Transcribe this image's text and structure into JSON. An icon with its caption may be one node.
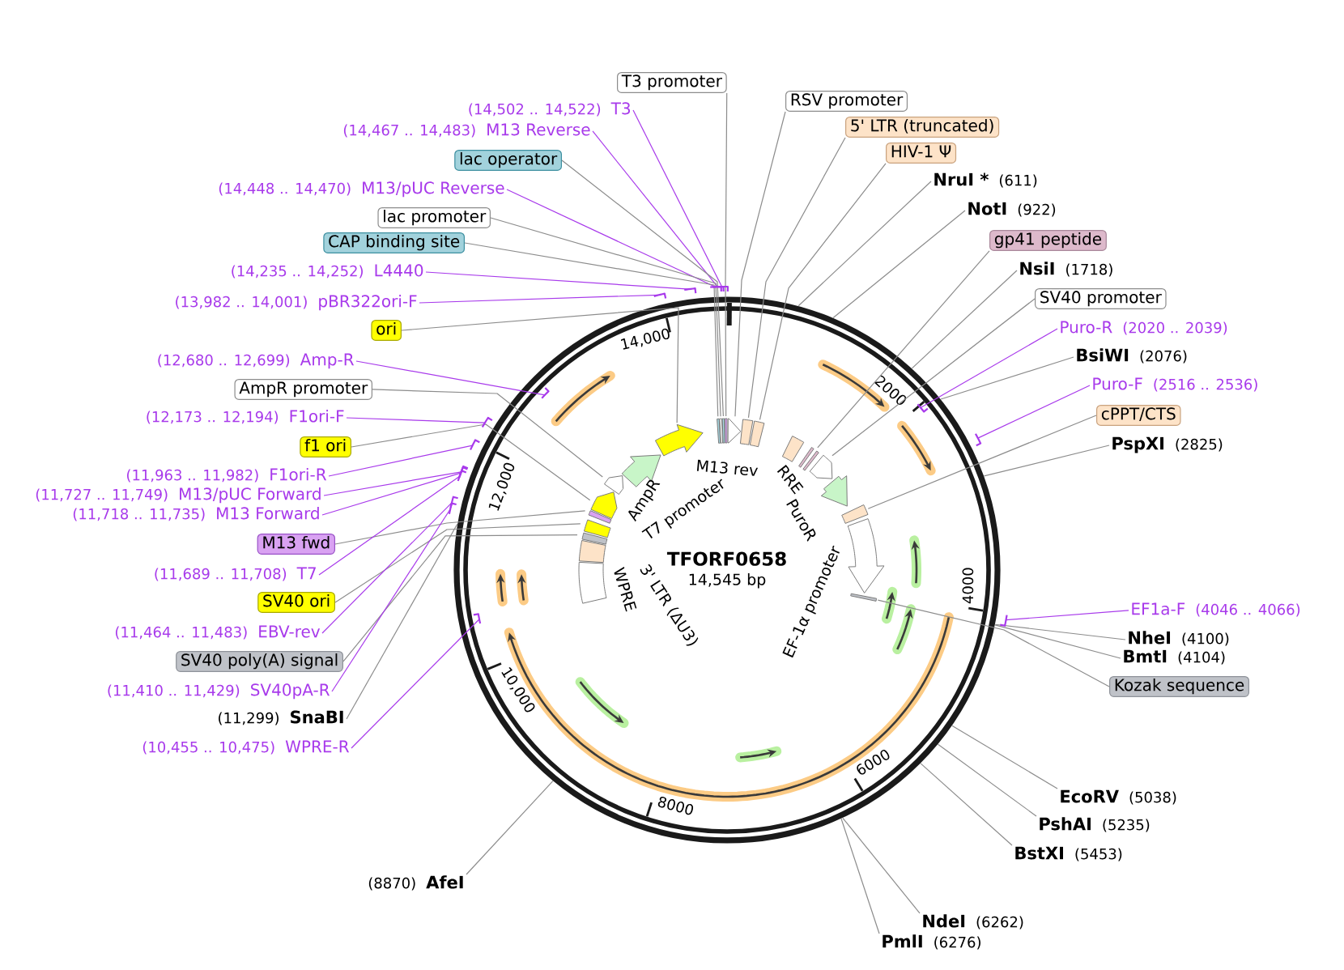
{
  "diagram": {
    "nodes": [
      {
        "text": [
          "TFORF0658",
          "14,545 bp"
        ]
      },
      {
        "text": [
          "(14,502 .. 14,522)",
          "T3"
        ]
      },
      {
        "text": [
          "(14,467 .. 14,483)",
          "M13 Reverse"
        ]
      },
      {
        "text": [
          "lac operator"
        ]
      },
      {
        "text": [
          "(14,448 .. 14,470)",
          "M13/pUC Reverse"
        ]
      },
      {
        "text": [
          "lac promoter"
        ]
      },
      {
        "text": [
          "CAP binding site"
        ]
      },
      {
        "text": [
          "(14,235 .. 14,252)",
          "L4440"
        ]
      },
      {
        "text": [
          "(13,982 .. 14,001)",
          "pBR322ori-F"
        ]
      },
      {
        "text": [
          "ori"
        ]
      },
      {
        "text": [
          "(12,680 .. 12,699)",
          "Amp-R"
        ]
      },
      {
        "text": [
          "AmpR promoter"
        ]
      },
      {
        "text": [
          "(12,173 .. 12,194)",
          "F1ori-F"
        ]
      },
      {
        "text": [
          "f1 ori"
        ]
      },
      {
        "text": [
          "(11,963 .. 11,982)",
          "F1ori-R"
        ]
      },
      {
        "text": [
          "(11,727 .. 11,749)",
          "M13/pUC Forward"
        ]
      },
      {
        "text": [
          "(11,718 .. 11,735)",
          "M13 Forward"
        ]
      },
      {
        "text": [
          "M13 fwd"
        ]
      },
      {
        "text": [
          "(11,689 .. 11,708)",
          "T7"
        ]
      },
      {
        "text": [
          "SV40 ori"
        ]
      },
      {
        "text": [
          "(11,464 .. 11,483)",
          "EBV-rev"
        ]
      },
      {
        "text": [
          "SV40 poly(A) signal"
        ]
      },
      {
        "text": [
          "(11,410 .. 11,429)",
          "SV40pA-R"
        ]
      },
      {
        "text": [
          "(11,299)",
          "SnaBI"
        ]
      },
      {
        "text": [
          "(10,455 .. 10,475)",
          "WPRE-R"
        ]
      },
      {
        "text": [
          "(8870)",
          "AfeI"
        ]
      },
      {
        "text": [
          "T3 promoter"
        ]
      },
      {
        "text": [
          "RSV promoter"
        ]
      },
      {
        "text": [
          "5' LTR (truncated)"
        ]
      },
      {
        "text": [
          "HIV-1 Ψ"
        ]
      },
      {
        "text": [
          "NruI *",
          "(611)"
        ]
      },
      {
        "text": [
          "NotI",
          "(922)"
        ]
      },
      {
        "text": [
          "gp41 peptide"
        ]
      },
      {
        "text": [
          "NsiI",
          "(1718)"
        ]
      },
      {
        "text": [
          "SV40 promoter"
        ]
      },
      {
        "text": [
          "Puro-R",
          "(2020 .. 2039)"
        ]
      },
      {
        "text": [
          "BsiWI",
          "(2076)"
        ]
      },
      {
        "text": [
          "Puro-F",
          "(2516 .. 2536)"
        ]
      },
      {
        "text": [
          "cPPT/CTS"
        ]
      },
      {
        "text": [
          "PspXI",
          "(2825)"
        ]
      },
      {
        "text": [
          "EF1a-F",
          "(4046 .. 4066)"
        ]
      },
      {
        "text": [
          "NheI",
          "(4100)"
        ]
      },
      {
        "text": [
          "BmtI",
          "(4104)"
        ]
      },
      {
        "text": [
          "Kozak sequence"
        ]
      },
      {
        "text": [
          "EcoRV",
          "(5038)"
        ]
      },
      {
        "text": [
          "PshAI",
          "(5235)"
        ]
      },
      {
        "text": [
          "BstXI",
          "(5453)"
        ]
      },
      {
        "text": [
          "NdeI",
          "(6262)"
        ]
      },
      {
        "text": [
          "PmlI",
          "(6276)"
        ]
      }
    ],
    "edges": [
      {
        "from": 1,
        "to": 0,
        "arrow": "none",
        "color": "#a83aeb"
      },
      {
        "from": 2,
        "to": 0,
        "arrow": "none",
        "color": "#a83aeb"
      },
      {
        "from": 3,
        "to": 0,
        "arrow": "none"
      },
      {
        "from": 4,
        "to": 0,
        "arrow": "none",
        "color": "#a83aeb"
      },
      {
        "from": 5,
        "to": 0,
        "arrow": "none"
      },
      {
        "from": 6,
        "to": 0,
        "arrow": "none"
      },
      {
        "from": 7,
        "to": 0,
        "arrow": "none",
        "color": "#a83aeb"
      },
      {
        "from": 8,
        "to": 0,
        "arrow": "none",
        "color": "#a83aeb"
      },
      {
        "from": 9,
        "to": 0,
        "arrow": "none"
      },
      {
        "from": 10,
        "to": 0,
        "arrow": "none",
        "color": "#a83aeb"
      },
      {
        "from": 11,
        "to": 0,
        "arrow": "none"
      },
      {
        "from": 12,
        "to": 0,
        "arrow": "none",
        "color": "#a83aeb"
      },
      {
        "from": 13,
        "to": 0,
        "arrow": "none"
      },
      {
        "from": 14,
        "to": 0,
        "arrow": "none",
        "color": "#a83aeb"
      },
      {
        "from": 15,
        "to": 0,
        "arrow": "none",
        "color": "#a83aeb"
      },
      {
        "from": 16,
        "to": 0,
        "arrow": "none",
        "color": "#a83aeb"
      },
      {
        "from": 17,
        "to": 0,
        "arrow": "none"
      },
      {
        "from": 18,
        "to": 0,
        "arrow": "none",
        "color": "#a83aeb"
      },
      {
        "from": 19,
        "to": 0,
        "arrow": "none"
      },
      {
        "from": 20,
        "to": 0,
        "arrow": "none",
        "color": "#a83aeb"
      },
      {
        "from": 21,
        "to": 0,
        "arrow": "none"
      },
      {
        "from": 22,
        "to": 0,
        "arrow": "none",
        "color": "#a83aeb"
      },
      {
        "from": 23,
        "to": 0,
        "arrow": "none"
      },
      {
        "from": 24,
        "to": 0,
        "arrow": "none",
        "color": "#a83aeb"
      },
      {
        "from": 25,
        "to": 0,
        "arrow": "none"
      },
      {
        "from": 26,
        "to": 0,
        "arrow": "none"
      },
      {
        "from": 27,
        "to": 0,
        "arrow": "none"
      },
      {
        "from": 28,
        "to": 0,
        "arrow": "none"
      },
      {
        "from": 29,
        "to": 0,
        "arrow": "none"
      },
      {
        "from": 30,
        "to": 0,
        "arrow": "none"
      },
      {
        "from": 31,
        "to": 0,
        "arrow": "none"
      },
      {
        "from": 32,
        "to": 0,
        "arrow": "none"
      },
      {
        "from": 33,
        "to": 0,
        "arrow": "none"
      },
      {
        "from": 34,
        "to": 0,
        "arrow": "none"
      },
      {
        "from": 35,
        "to": 0,
        "arrow": "none",
        "color": "#a83aeb"
      },
      {
        "from": 36,
        "to": 0,
        "arrow": "none"
      },
      {
        "from": 37,
        "to": 0,
        "arrow": "none",
        "color": "#a83aeb"
      },
      {
        "from": 38,
        "to": 0,
        "arrow": "none"
      },
      {
        "from": 39,
        "to": 0,
        "arrow": "none"
      },
      {
        "from": 40,
        "to": 0,
        "arrow": "none",
        "color": "#a83aeb"
      },
      {
        "from": 41,
        "to": 0,
        "arrow": "none"
      },
      {
        "from": 42,
        "to": 0,
        "arrow": "none"
      },
      {
        "from": 43,
        "to": 0,
        "arrow": "none"
      },
      {
        "from": 44,
        "to": 0,
        "arrow": "none"
      },
      {
        "from": 45,
        "to": 0,
        "arrow": "none"
      },
      {
        "from": 46,
        "to": 0,
        "arrow": "none"
      },
      {
        "from": 47,
        "to": 0,
        "arrow": "none"
      },
      {
        "from": 48,
        "to": 0,
        "arrow": "none"
      }
    ],
    "labels": [
      "14,000",
      "2000",
      "M13 rev",
      "12,000",
      "AmpR",
      "RRE",
      "T7 promoter",
      "PuroR",
      "3' LTR (ΔU3)",
      "WPRE",
      "EF-1α promoter",
      "4000",
      "10,000",
      "6000",
      "8000"
    ]
  }
}
